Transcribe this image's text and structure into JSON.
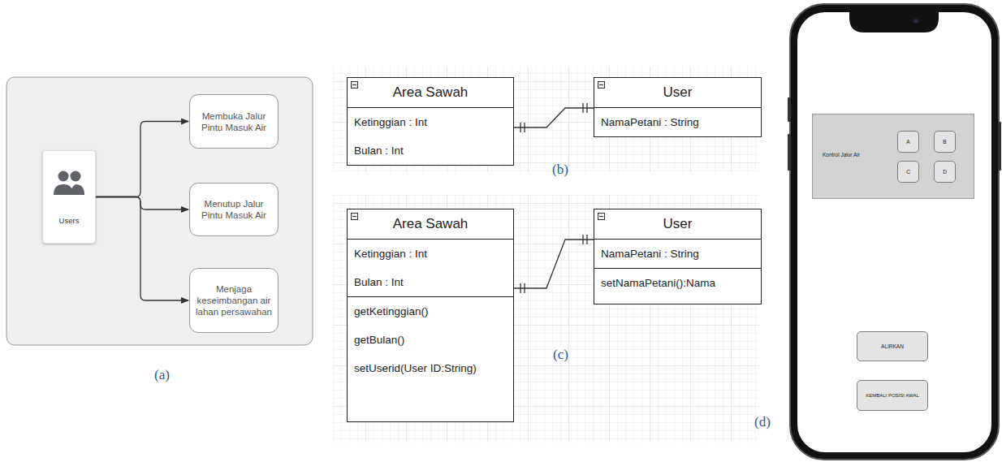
{
  "diagram": {
    "nodes": [
      {
        "text": [
          "Users"
        ]
      },
      {
        "text": [
          "Membuka Jalur Pintu Masuk Air"
        ]
      },
      {
        "text": [
          "Menutup Jalur Pintu Masuk Air"
        ]
      },
      {
        "text": [
          "Menjaga keseimbangan air lahan persawahan"
        ]
      },
      {
        "text": [
          "Area Sawah",
          "Ketinggian : Int",
          "Bulan : Int"
        ]
      },
      {
        "text": [
          "User",
          "NamaPetani : String"
        ]
      },
      {
        "text": [
          "Area Sawah",
          "Ketinggian : Int",
          "Bulan : Int",
          "getKetinggian()",
          "getBulan()",
          "setUserid(User ID:String)"
        ]
      },
      {
        "text": [
          "User",
          "NamaPetani : String",
          "setNamaPetani():Nama"
        ]
      },
      {
        "text": [
          "Kontrol Jalur Air"
        ]
      },
      {
        "text": [
          "A"
        ],
        "in": 8
      },
      {
        "text": [
          "B"
        ],
        "in": 8
      },
      {
        "text": [
          "C"
        ],
        "in": 8
      },
      {
        "text": [
          "D"
        ],
        "in": 8
      },
      {
        "text": [
          "ALIRKAN"
        ]
      },
      {
        "text": [
          "KEMBALI POSISI AWAL"
        ]
      }
    ],
    "edges": [
      {
        "from": 0,
        "to": 1,
        "arrow": "to"
      },
      {
        "from": 0,
        "to": 2,
        "arrow": "to"
      },
      {
        "from": 0,
        "to": 3,
        "arrow": "to"
      },
      {
        "from": 4,
        "to": 5,
        "arrow": "none"
      },
      {
        "from": 6,
        "to": 7,
        "arrow": "none"
      }
    ],
    "labels": [
      "(a)",
      "(b)",
      "(c)",
      "(d)"
    ]
  }
}
